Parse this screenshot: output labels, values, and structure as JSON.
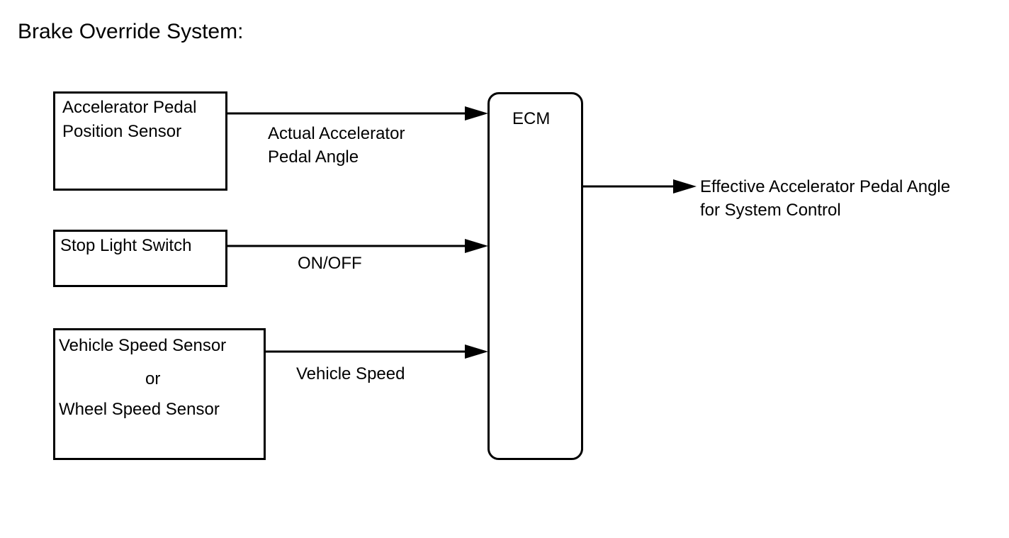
{
  "title": "Brake Override System:",
  "blocks": {
    "accelerator_sensor": {
      "lines": [
        "Accelerator Pedal",
        "Position Sensor"
      ]
    },
    "stop_light_switch": {
      "label": "Stop Light Switch"
    },
    "speed_sensor": {
      "line1": "Vehicle Speed Sensor",
      "line2": "or",
      "line3": "Wheel Speed Sensor"
    },
    "ecm": {
      "label": "ECM"
    }
  },
  "signals": {
    "accelerator": {
      "lines": [
        "Actual Accelerator",
        "Pedal Angle"
      ]
    },
    "stop_light": {
      "label": "ON/OFF"
    },
    "speed": {
      "label": "Vehicle Speed"
    },
    "output": {
      "lines": [
        "Effective Accelerator Pedal Angle",
        "for System Control"
      ]
    }
  }
}
